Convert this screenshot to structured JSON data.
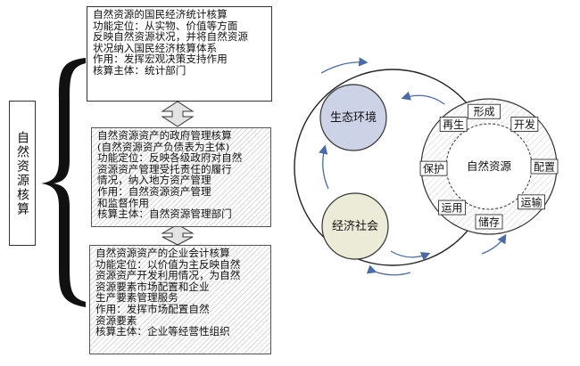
{
  "left_title": "自然资源核算",
  "box1": {
    "lines": [
      "自然资源的国民经济统计核算",
      "功能定位：从实物、价值等方面",
      "反映自然资源状况，并将自然资源",
      "状况纳入国民经济核算体系",
      "作用：发挥宏观决策支持作用",
      "核算主体：统计部门"
    ]
  },
  "box2": {
    "lines": [
      "自然资源资产的政府管理核算",
      "(自然资源资产负债表为主体)",
      "功能定位：反映各级政府对自然",
      "资源资产管理受托责任的履行",
      "情况，纳入地方资产管理",
      "作用：自然资源资产管理",
      "和监督作用",
      "核算主体：自然资源管理部门"
    ]
  },
  "box3": {
    "lines": [
      "自然资源资产的企业会计核算",
      "功能定位：以价值为主反映自然",
      "资源资产开发利用情况，为自然",
      "资源要素市场配置和企业",
      "生产要素管理服务",
      "作用：发挥市场配置自然",
      "资源要素",
      "核算主体：企业等经营性组织"
    ]
  },
  "diagram": {
    "eco_env": "生态环境",
    "eco_soc": "经济社会",
    "center": "自然资源",
    "ring_labels": [
      "形成",
      "开发",
      "配置",
      "运输",
      "储存",
      "运用",
      "保护",
      "再生"
    ]
  },
  "colors": {
    "eco_env_fill": "#cdd3e6",
    "eco_soc_fill": "#ecebd8",
    "arrow_blue": "#4a6aa8",
    "hatch_line": "#d9d9d9"
  }
}
